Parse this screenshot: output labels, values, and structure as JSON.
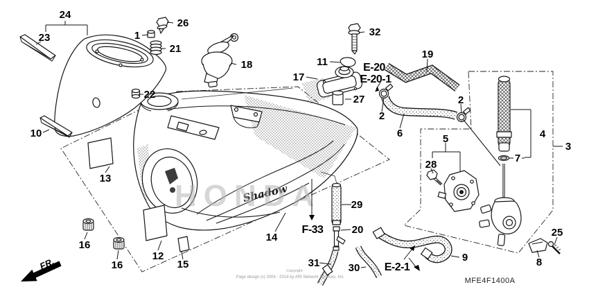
{
  "diagram": {
    "code": "MFE4F1400A",
    "watermark": "HONDA",
    "tank_decal_script": "Shadow",
    "direction_label": "FR.",
    "copyright": {
      "line1": "Copyright",
      "line2": "Page design (c) 2004 - 2014 by ARI Network Services, Inc."
    },
    "section_labels": {
      "e20": "E-20",
      "e20_1": "E-20-1",
      "f33": "F-33",
      "e2_1": "E-2-1"
    },
    "callouts": {
      "n1": "1",
      "n2": "2",
      "n3": "3",
      "n4": "4",
      "n5": "5",
      "n6": "6",
      "n7": "7",
      "n8": "8",
      "n9": "9",
      "n10": "10",
      "n11": "11",
      "n12": "12",
      "n13": "13",
      "n14": "14",
      "n15": "15",
      "n16": "16",
      "n17": "17",
      "n18": "18",
      "n19": "19",
      "n20": "20",
      "n21": "21",
      "n22": "22",
      "n23": "23",
      "n24": "24",
      "n25": "25",
      "n26": "26",
      "n27": "27",
      "n28": "28",
      "n29": "29",
      "n30": "30",
      "n31": "31",
      "n32": "32"
    }
  }
}
